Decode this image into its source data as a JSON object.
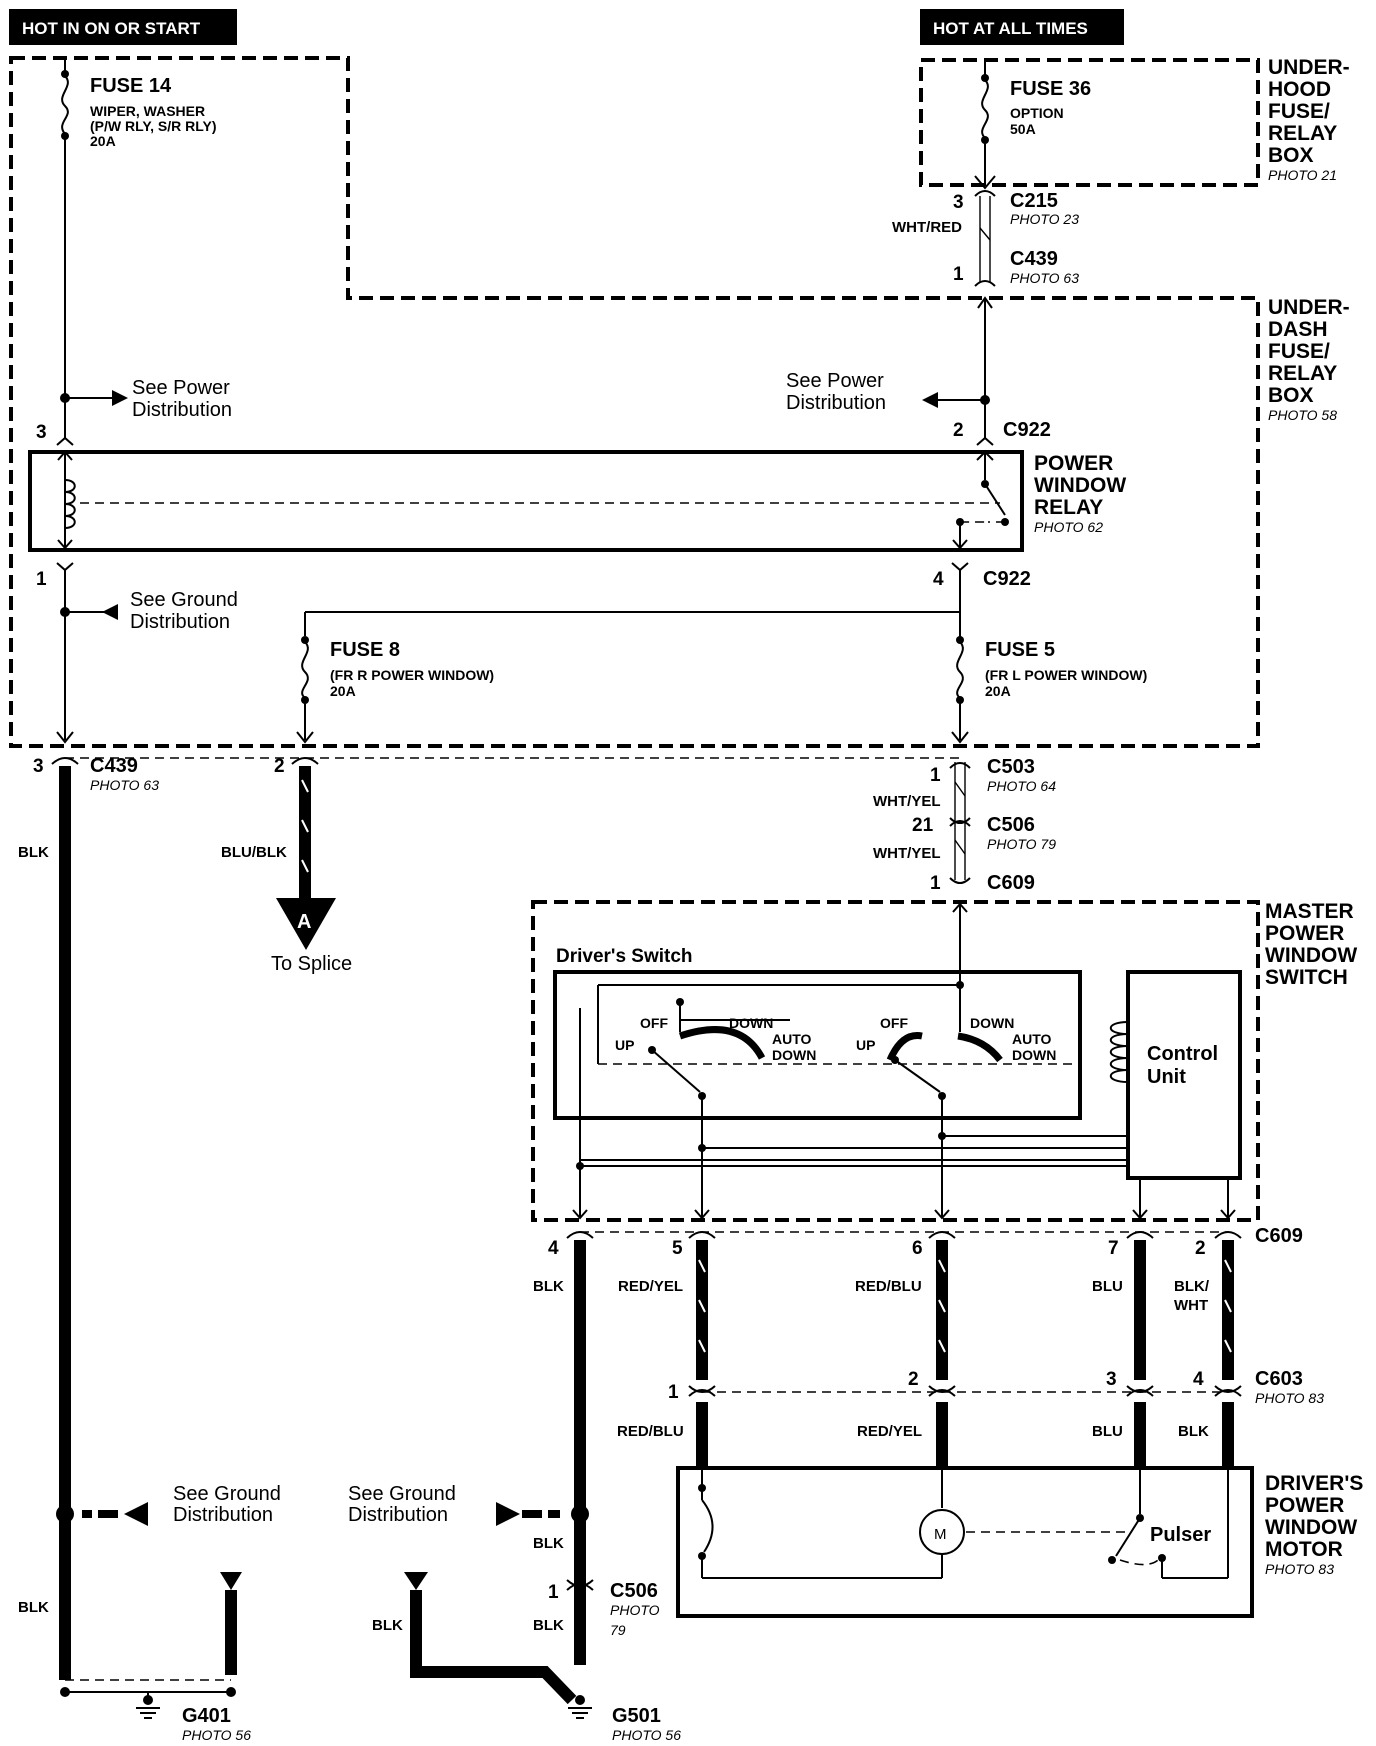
{
  "header": {
    "hot_in_on": "HOT IN ON OR START",
    "hot_at_all": "HOT AT ALL TIMES"
  },
  "underhood": {
    "label_lines": [
      "UNDER-",
      "HOOD",
      "FUSE/",
      "RELAY",
      "BOX"
    ],
    "photo": "PHOTO 21"
  },
  "underdash": {
    "label_lines": [
      "UNDER-",
      "DASH",
      "FUSE/",
      "RELAY",
      "BOX"
    ],
    "photo": "PHOTO 58"
  },
  "fuses": {
    "fuse14": {
      "name": "FUSE 14",
      "lines": [
        "WIPER, WASHER",
        "(P/W RLY, S/R RLY)",
        "20A"
      ]
    },
    "fuse36": {
      "name": "FUSE 36",
      "lines": [
        "OPTION",
        "50A"
      ]
    },
    "fuse8": {
      "name": "FUSE 8",
      "lines": [
        "(FR R POWER WINDOW)",
        "20A"
      ]
    },
    "fuse5": {
      "name": "FUSE 5",
      "lines": [
        "(FR L POWER WINDOW)",
        "20A"
      ]
    }
  },
  "connectors": {
    "c215": {
      "name": "C215",
      "photo": "PHOTO 23",
      "pin": "3"
    },
    "c439_top": {
      "name": "C439",
      "photo": "PHOTO 63",
      "pin": "1"
    },
    "c922_top": {
      "name": "C922",
      "pin_left": "3",
      "pin_right": "2"
    },
    "c922_bot": {
      "name": "C922",
      "pin_left": "1",
      "pin_right": "4"
    },
    "c439_bot": {
      "name": "C439",
      "photo": "PHOTO 63",
      "pin_left": "3",
      "pin_mid": "2"
    },
    "c503": {
      "name": "C503",
      "photo": "PHOTO 64",
      "pin": "1"
    },
    "c506_top": {
      "name": "C506",
      "photo": "PHOTO 79",
      "pin": "21"
    },
    "c609_top": {
      "name": "C609",
      "pin": "1"
    },
    "c609_bot": {
      "name": "C609",
      "pins": [
        "4",
        "5",
        "6",
        "7",
        "2"
      ]
    },
    "c603": {
      "name": "C603",
      "photo": "PHOTO 83",
      "pins": [
        "1",
        "2",
        "3",
        "4"
      ]
    },
    "c506_bot": {
      "name": "C506",
      "photo_lines": [
        "PHOTO",
        "79"
      ],
      "pin": "1"
    }
  },
  "wires": {
    "wht_red": "WHT/RED",
    "wht_yel_1": "WHT/YEL",
    "wht_yel_2": "WHT/YEL",
    "blk_left": "BLK",
    "blu_blk": "BLU/BLK",
    "blk_4": "BLK",
    "red_yel_5": "RED/YEL",
    "red_blu_6": "RED/BLU",
    "blu_7": "BLU",
    "blk_wht_2": [
      "BLK/",
      "WHT"
    ],
    "red_blu_m1": "RED/BLU",
    "red_yel_m2": "RED/YEL",
    "blu_m3": "BLU",
    "blk_m4": "BLK",
    "blk_left_low": "BLK",
    "blk_g501_a": "BLK",
    "blk_g501_b": "BLK",
    "blk_g501_c": "BLK"
  },
  "refs": {
    "see_power_left": [
      "See Power",
      "Distribution"
    ],
    "see_power_right": [
      "See Power",
      "Distribution"
    ],
    "see_ground_top": [
      "See Ground",
      "Distribution"
    ],
    "see_ground_left": [
      "See Ground",
      "Distribution"
    ],
    "see_ground_mid": [
      "See Ground",
      "Distribution"
    ],
    "splice_letter": "A",
    "to_splice": "To Splice"
  },
  "relay": {
    "label_lines": [
      "POWER",
      "WINDOW",
      "RELAY"
    ],
    "photo": "PHOTO 62"
  },
  "master_switch": {
    "label_lines": [
      "MASTER",
      "POWER",
      "WINDOW",
      "SWITCH"
    ],
    "drivers_switch": "Driver's Switch",
    "control_unit": [
      "Control",
      "Unit"
    ],
    "sw1": {
      "off": "OFF",
      "up": "UP",
      "down": "DOWN",
      "auto": "AUTO",
      "auto_down": "DOWN"
    },
    "sw2": {
      "off": "OFF",
      "up": "UP",
      "down": "DOWN",
      "auto": "AUTO",
      "auto_down": "DOWN"
    }
  },
  "motor": {
    "label_lines": [
      "DRIVER'S",
      "POWER",
      "WINDOW",
      "MOTOR"
    ],
    "photo": "PHOTO 83",
    "pulser": "Pulser",
    "m": "M"
  },
  "grounds": {
    "g401": {
      "name": "G401",
      "photo": "PHOTO 56"
    },
    "g501": {
      "name": "G501",
      "photo": "PHOTO 56"
    }
  }
}
